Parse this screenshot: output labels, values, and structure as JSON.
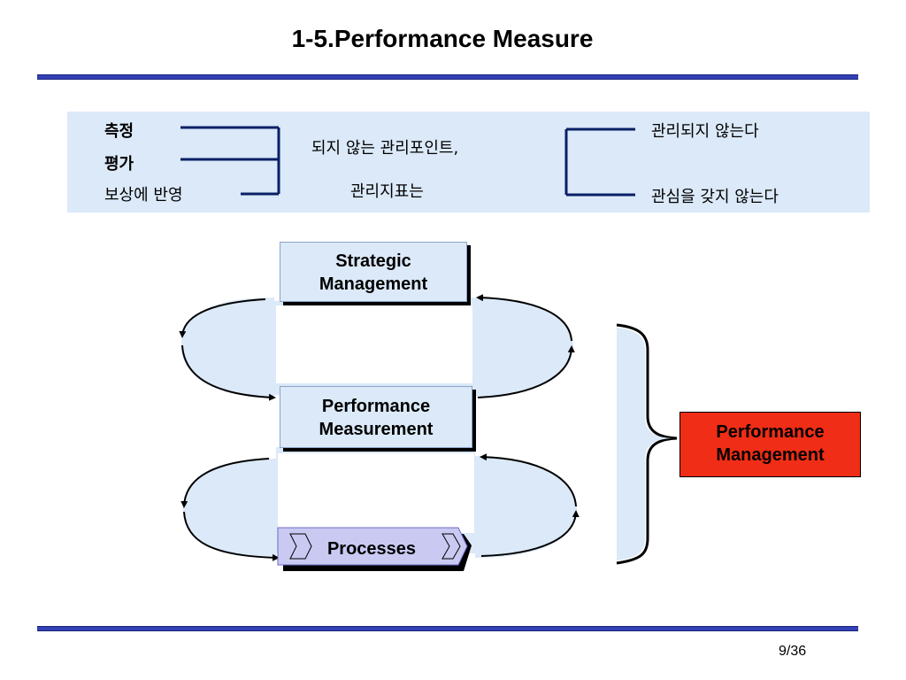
{
  "title": "1-5.Performance Measure",
  "panel": {
    "left_items": [
      "측정",
      "평가",
      "보상에 반영"
    ],
    "middle_line1": "되지 않는 관리포인트,",
    "middle_line2": "관리지표는",
    "right_top": "관리되지 않는다",
    "right_bottom": "관심을 갖지 않는다"
  },
  "diagram": {
    "strategic_line1": "Strategic",
    "strategic_line2": "Management",
    "measurement_line1": "Performance",
    "measurement_line2": "Measurement",
    "processes": "Processes",
    "management_line1": "Performance",
    "management_line2": "Management"
  },
  "footer": {
    "page": "9/36"
  },
  "colors": {
    "rule": "#3341b5",
    "panel": "#dbe9f8",
    "accent_red": "#f02d16",
    "processes_fill": "#c9c9f2"
  }
}
